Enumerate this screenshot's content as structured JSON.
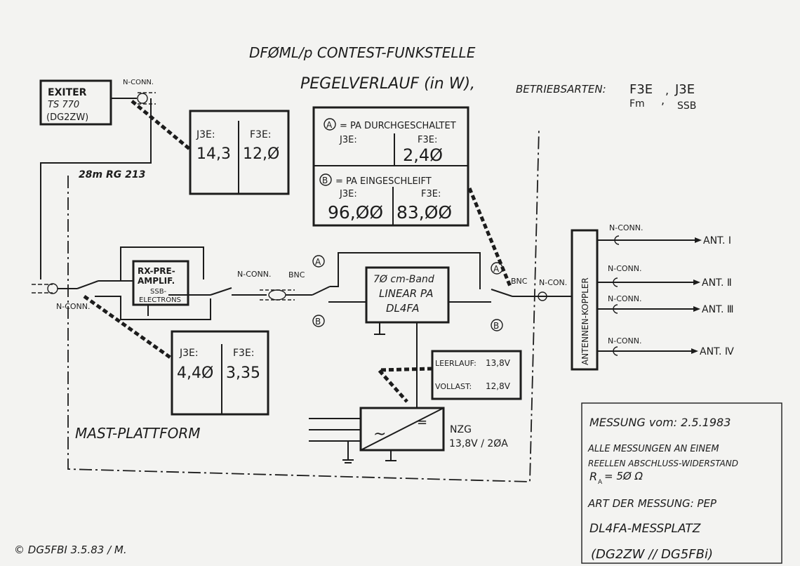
{
  "title": {
    "line1": "DFØML/p  CONTEST-FUNKSTELLE",
    "line2": "PEGELVERLAUF (in W),",
    "modes_label": "BETRIEBSARTEN:",
    "mode1_top": "F3E",
    "mode1_bottom": "Fm",
    "mode2_top": "J3E",
    "mode2_bottom": "SSB"
  },
  "exciter": {
    "line1": "EXITER",
    "line2": "TS 770",
    "line3": "(DG2ZW)",
    "conn": "N-CONN."
  },
  "cable_label": "28m RG 213",
  "box_exciter": {
    "j3e_label": "J3E:",
    "f3e_label": "F3E:",
    "j3e_value": "14,3",
    "f3e_value": "12,Ø"
  },
  "box_pa": {
    "a_label": "= PA DURCHGESCHALTET",
    "a_j3e_label": "J3E:",
    "a_f3e_label": "F3E:",
    "a_f3e_value": "2,4Ø",
    "b_label": "= PA EINGESCHLEIFT",
    "b_j3e_label": "J3E:",
    "b_f3e_label": "F3E:",
    "b_j3e_value": "96,ØØ",
    "b_f3e_value": "83,ØØ",
    "a_marker": "A",
    "b_marker": "B"
  },
  "rx_preamp": {
    "line1": "RX-PRE-",
    "line2": "AMPLIF.",
    "line3": "SSB-",
    "line4": "ELECTRONS"
  },
  "left_conn": "N-CONN.",
  "mid_conn": "N-CONN.",
  "bnc_left": "BNC",
  "bnc_right": "BNC",
  "right_conn": "N-CON.",
  "linear_pa": {
    "line1": "7Ø cm-Band",
    "line2": "LINEAR PA",
    "line3": "DL4FA"
  },
  "box_mast": {
    "j3e_label": "J3E:",
    "f3e_label": "F3E:",
    "j3e_value": "4,4Ø",
    "f3e_value": "3,35"
  },
  "mast_label": "MAST-PLATTFORM",
  "voltage": {
    "idle_label": "LEERLAUF:",
    "idle_value": "13,8V",
    "load_label": "VOLLAST:",
    "load_value": "12,8V"
  },
  "psu": {
    "symbol_ac": "~",
    "symbol_dc": "=",
    "line1": "NZG",
    "line2": "13,8V / 2ØA"
  },
  "coupler_label": "ANTENNEN-KOPPLER",
  "antennas": [
    {
      "conn": "N-CONN.",
      "label": "ANT. Ⅰ"
    },
    {
      "conn": "N-CONN.",
      "label": "ANT. Ⅱ"
    },
    {
      "conn": "N-CONN.",
      "label": "ANT. Ⅲ"
    },
    {
      "conn": "N-CONN.",
      "label": "ANT. Ⅳ"
    }
  ],
  "notes": {
    "date": "MESSUNG vom: 2.5.1983",
    "line1": "ALLE MESSUNGEN AN EINEM",
    "line2": "REELLEN ABSCHLUSS-WIDERSTAND",
    "ra": "R",
    "ra_sub": "A",
    "ra_value": "= 5Ø Ω",
    "type": "ART DER MESSUNG: PEP",
    "station": "DL4FA-MESSPLATZ",
    "calls": "(DG2ZW // DG5FBi)"
  },
  "copyright": "© DG5FBI 3.5.83 / M."
}
